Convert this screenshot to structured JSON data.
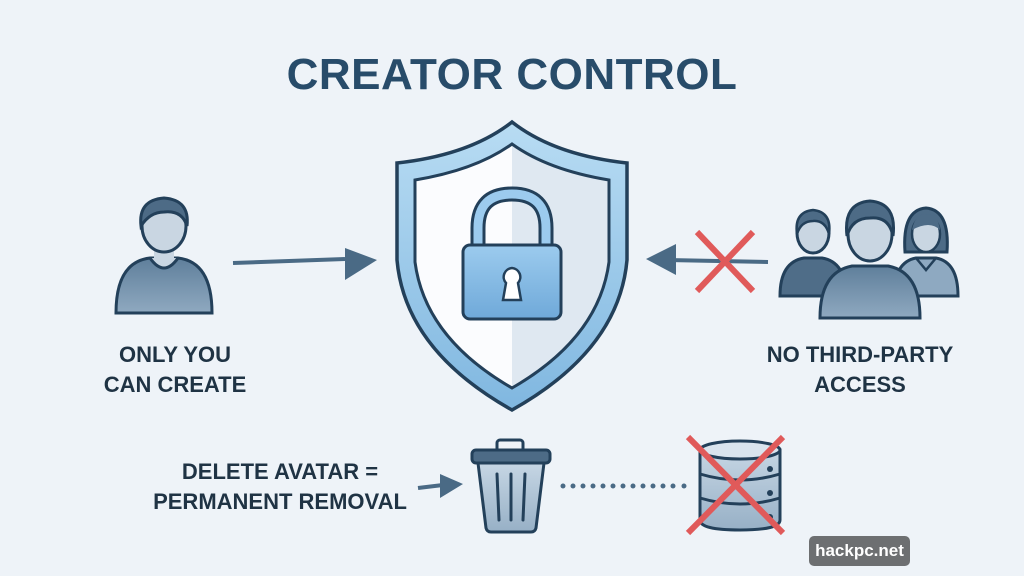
{
  "title": "CREATOR CONTROL",
  "left": {
    "icon": "user-icon",
    "label_line1": "ONLY YOU",
    "label_line2": "CAN CREATE"
  },
  "center": {
    "icon": "shield-lock-icon"
  },
  "right": {
    "icon": "group-users-icon",
    "blocked_icon": "red-x-icon",
    "label_line1": "NO THIRD-PARTY",
    "label_line2": "ACCESS"
  },
  "bottom": {
    "label_line1": "DELETE AVATAR =",
    "label_line2": "PERMANENT REMOVAL",
    "trash_icon": "trash-icon",
    "database_icon": "database-crossed-icon"
  },
  "watermark": "hackpc.net",
  "colors": {
    "background": "#eef3f8",
    "title": "#284c6a",
    "text": "#1f3344",
    "icon_stroke": "#23405a",
    "icon_fill": "#6f8ea8",
    "shield_blue": "#9cc9ea",
    "lock_blue": "#7fb6e2",
    "arrow": "#4a6a85",
    "cross_red": "#e05a5a"
  }
}
